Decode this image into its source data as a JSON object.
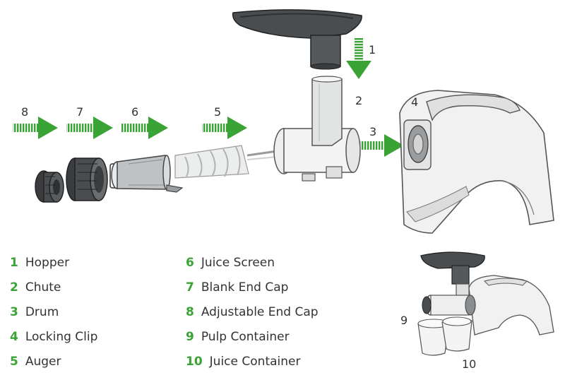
{
  "step_numbers": [
    "1",
    "2",
    "3",
    "4",
    "5",
    "6",
    "7",
    "8",
    "9",
    "10"
  ],
  "legend": [
    {
      "num": "1",
      "label": "Hopper"
    },
    {
      "num": "2",
      "label": "Chute"
    },
    {
      "num": "3",
      "label": "Drum"
    },
    {
      "num": "4",
      "label": "Locking Clip"
    },
    {
      "num": "5",
      "label": "Auger"
    },
    {
      "num": "6",
      "label": "Juice Screen"
    },
    {
      "num": "7",
      "label": "Blank End Cap"
    },
    {
      "num": "8",
      "label": "Adjustable End Cap"
    },
    {
      "num": "9",
      "label": "Pulp Container"
    },
    {
      "num": "10",
      "label": "Juice Container"
    }
  ],
  "colors": {
    "accent": "#3aa335",
    "text": "#333333",
    "outline": "#555555",
    "dark_part": "#4a4d50"
  }
}
